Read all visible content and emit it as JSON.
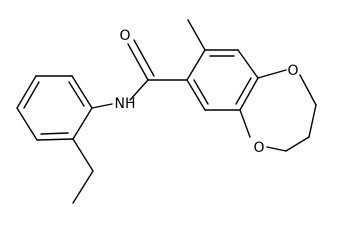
{
  "molecule": {
    "atom_labels": {
      "carbonyl_oxygen": "O",
      "amide_nitrogen": "NH",
      "ether_oxygen_upper": "O",
      "ether_oxygen_lower": "O"
    },
    "colors": {
      "bond": "#000000",
      "label": "#000000",
      "background": "#ffffff"
    }
  }
}
